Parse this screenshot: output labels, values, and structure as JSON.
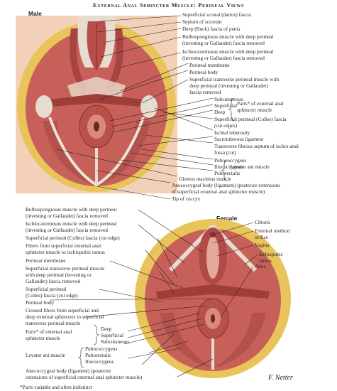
{
  "title": "External Anal Sphincter Muscle: Perineal Views",
  "male": {
    "header": "Male",
    "labels": [
      "Superficial scrotal (dartos) fascia",
      "Septum of scrotum",
      "Deep (Buck) fascia of penis",
      "Bulbospongiosus muscle with deep perineal",
      "(investing or Gallaudet) fascia removed",
      "Ischiocavernosus muscle with deep perineal",
      "(investing or Gallaudet) fascia removed",
      "Perineal membrane",
      "Perineal body",
      "Superficial transverse perineal muscle with",
      "deep perineal (investing or Gallaudet)",
      "fascia removed",
      "Subcutaneous",
      "Superficial",
      "Deep",
      "Parts* of external anal",
      "sphincter muscle",
      "Superficial perineal (Colles) fascia",
      "(cut edges)",
      "Ischial tuberosity",
      "Sacrotuberous ligament",
      "Transverse fibrous septum of ischio-anal",
      "fossa (cut)",
      "Pubococcygeus",
      "Iliococcygeus",
      "Puborectalis",
      "Levator ani muscle",
      "Gluteus maximus muscle",
      "Anococcygeal body (ligament) (posterior extensions",
      "of superficial external anal sphincter muscle)",
      "Tip of coccyx"
    ]
  },
  "female": {
    "header": "Female",
    "left_labels": [
      "Bulbospongiosus muscle with deep perineal",
      "(investing or Gallaudet) fascia removed",
      "Ischiocavernosus muscle with deep perineal",
      "(investing or Gallaudet) fascia removed",
      "Superficial perineal (Colles) fascia (cut edge)",
      "Fibers from superficial external anal",
      "sphincter muscle to ischiopubic ramus",
      "Perineal membrane",
      "Superficial transverse perineal muscle",
      "with deep perineal (investing or",
      "Gallaudet) fascia removed",
      "Superficial perineal",
      "(Colles) fascia (cut edge)",
      "Perineal body",
      "Crossed fibers from superficial and",
      "deep external sphincters to superficial",
      "transverse perineal muscle",
      "Parts* of external anal",
      "sphincter muscle",
      "Deep",
      "Superficial",
      "Subcutaneous",
      "Levator ani muscle",
      "Pubococcygeus",
      "Puborectalis",
      "Iliococcygeus",
      "Anococcygeal body (ligament) (posterior",
      "extensions of superficial external anal sphincter muscle)"
    ],
    "right_labels": [
      "Clitoris",
      "External urethral",
      "orifice",
      "Vagina",
      "Ischiopubic",
      "ramus",
      "Anus"
    ]
  },
  "footnote": "*Parts variable and often indistinct",
  "signature": "F. Netter",
  "colors": {
    "muscle": "#c8605a",
    "muscle_dark": "#9e3d3a",
    "fat": "#e8c45a",
    "skin": "#f0c8b0",
    "ligament": "#e6dccf",
    "line": "#222222"
  }
}
